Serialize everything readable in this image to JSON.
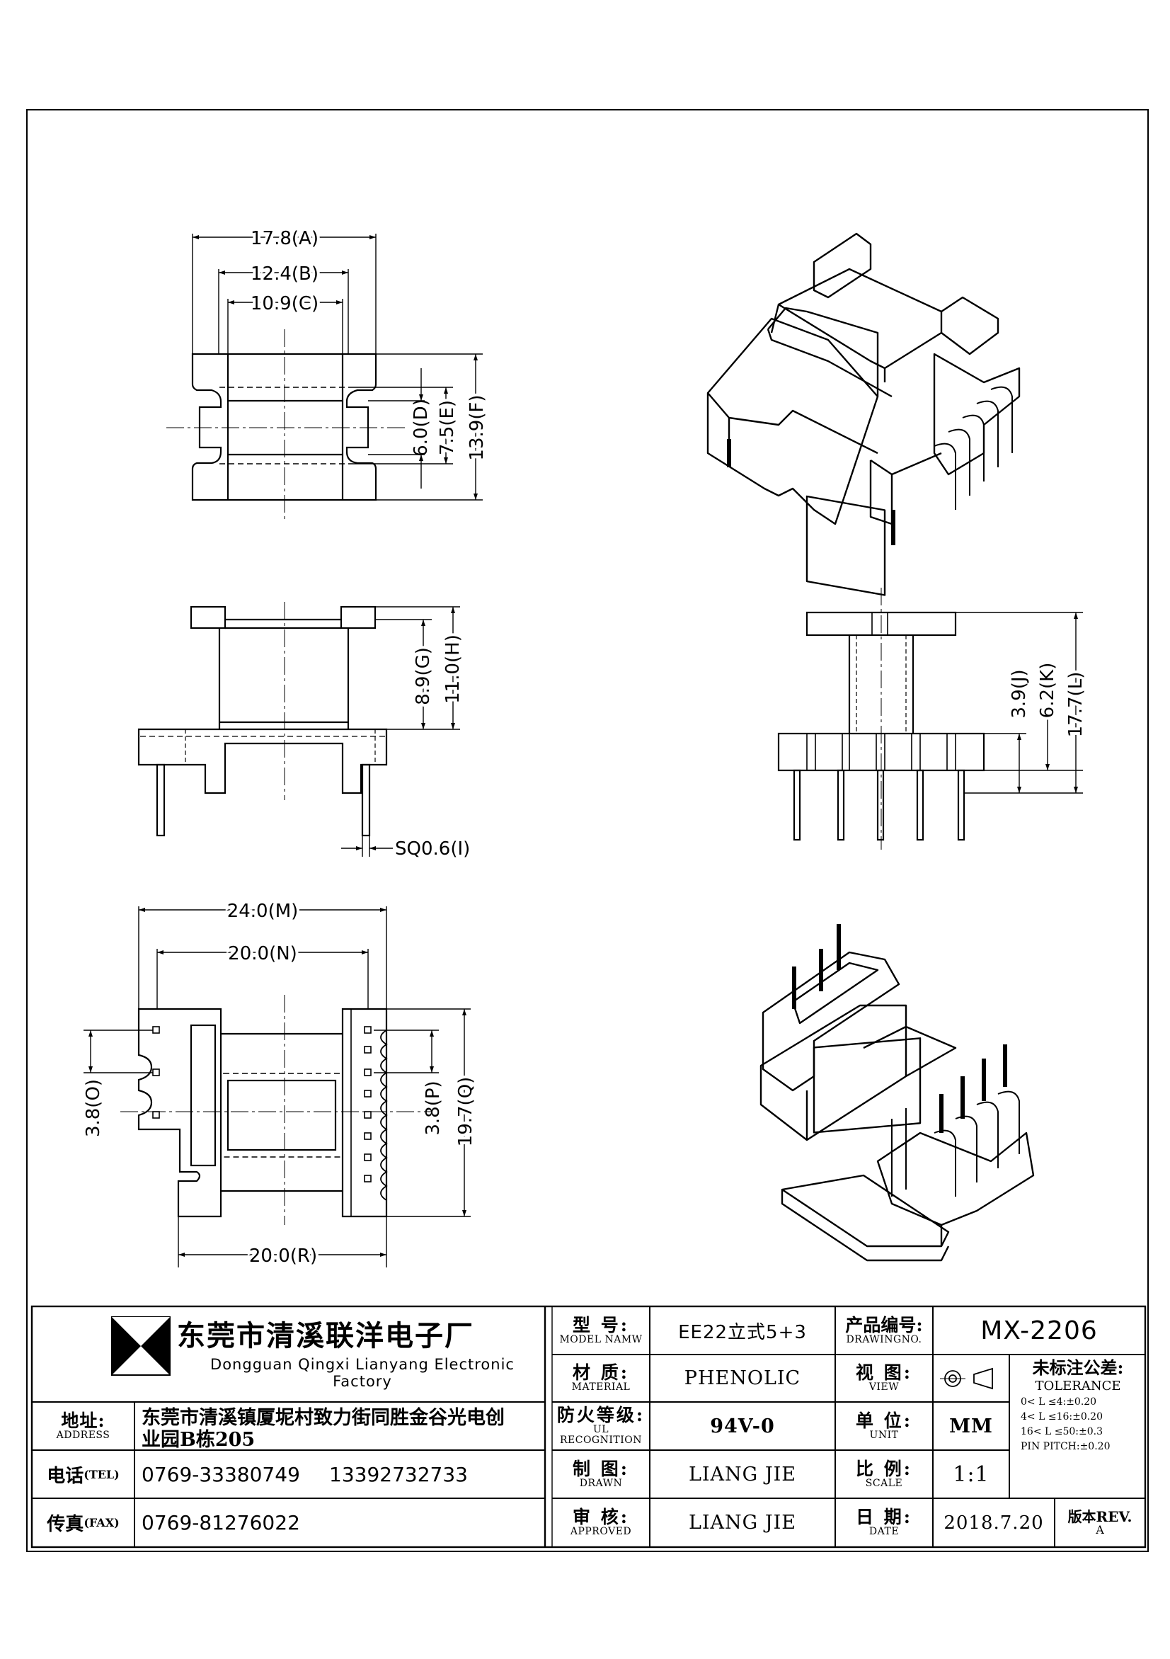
{
  "dimensions": {
    "A": "17.8(A)",
    "B": "12.4(B)",
    "C": "10.9(C)",
    "D": "6.0(D)",
    "E": "7.5(E)",
    "F": "13.9(F)",
    "G": "8.9(G)",
    "H": "11.0(H)",
    "I": "SQ0.6(I)",
    "J": "3.9(J)",
    "K": "6.2(K)",
    "L": "17.7(L)",
    "M": "24.0(M)",
    "N": "20.0(N)",
    "O": "3.8(O)",
    "P": "3.8(P)",
    "Q": "19.7(Q)",
    "R": "20.0(R)"
  },
  "company": {
    "name_cn": "东莞市清溪联洋电子厂",
    "name_en": "Dongguan Qingxi Lianyang Electronic Factory",
    "address_label_cn": "地址:",
    "address_label_en": "ADDRESS",
    "address_line1": "东莞市清溪镇厦坭村致力街同胜金谷光电创",
    "address_line2": "业园B栋205",
    "tel_label_cn": "电话",
    "tel_label_en": "(TEL)",
    "tel_1": "0769-33380749",
    "tel_2": "13392732733",
    "fax_label_cn": "传真",
    "fax_label_en": "(FAX)",
    "fax": "0769-81276022"
  },
  "title_block": {
    "model_label_cn": "型 号:",
    "model_label_en": "MODEL NAMW",
    "model_value": "EE22立式5+3",
    "drawing_no_label_cn": "产品编号:",
    "drawing_no_label_en": "DRAWINGNO.",
    "drawing_no_value": "MX-2206",
    "material_label_cn": "材 质:",
    "material_label_en": "MATERIAL",
    "material_value": "PHENOLIC",
    "view_label_cn": "视 图:",
    "view_label_en": "VIEW",
    "fire_label_cn": "防火等级:",
    "fire_label_en": "UL RECOGNITION",
    "fire_value": "94V-0",
    "unit_label_cn": "单 位:",
    "unit_label_en": "UNIT",
    "unit_value": "MM",
    "drawn_label_cn": "制 图:",
    "drawn_label_en": "DRAWN",
    "drawn_value": "LIANG JIE",
    "scale_label_cn": "比 例:",
    "scale_label_en": "SCALE",
    "scale_value": "1:1",
    "approved_label_cn": "审 核:",
    "approved_label_en": "APPROVED",
    "approved_value": "LIANG JIE",
    "date_label_cn": "日 期:",
    "date_label_en": "DATE",
    "date_value": "2018.7.20",
    "rev_label": "版本REV.",
    "rev_value": "A",
    "tolerance_title_cn": "未标注公差:",
    "tolerance_title_en": "TOLERANCE",
    "tolerance_lines": [
      "0< L ≤4:±0.20",
      "4< L ≤16:±0.20",
      "16< L ≤50:±0.3",
      "PIN PITCH:±0.20"
    ]
  }
}
